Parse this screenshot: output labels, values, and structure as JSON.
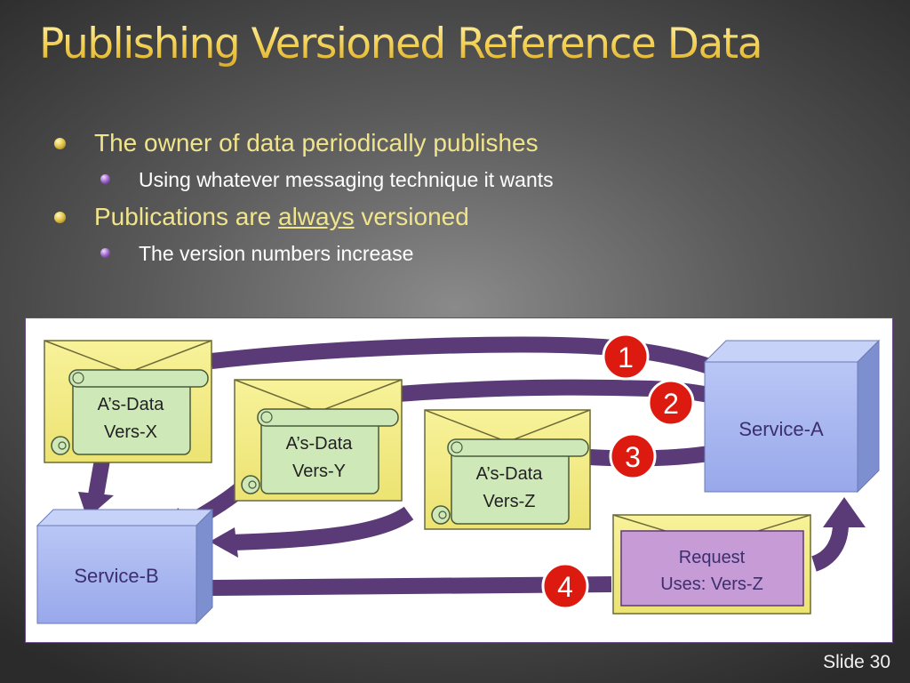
{
  "title": "Publishing Versioned Reference Data",
  "bullets": [
    {
      "text": "The owner of data periodically publishes",
      "sub": "Using whatever messaging technique it wants"
    },
    {
      "text_before": "Publications are ",
      "text_emph": "always",
      "text_after": " versioned",
      "sub": "The version numbers increase"
    }
  ],
  "diagram": {
    "service_a": "Service-A",
    "service_b": "Service-B",
    "messages": [
      {
        "line1": "A’s-Data",
        "line2": "Vers-X"
      },
      {
        "line1": "A’s-Data",
        "line2": "Vers-Y"
      },
      {
        "line1": "A’s-Data",
        "line2": "Vers-Z"
      }
    ],
    "request": {
      "line1": "Request",
      "line2": "Uses: Vers-Z"
    },
    "steps": [
      "1",
      "2",
      "3",
      "4"
    ],
    "colors": {
      "arrow": "#5b3a78",
      "envelope": "#f4ec86",
      "scroll": "#cfe8b8",
      "box": "#a8b7f0",
      "request_box": "#c79bd6",
      "step_circle": "#dd1a10"
    }
  },
  "footer": "Slide 30"
}
